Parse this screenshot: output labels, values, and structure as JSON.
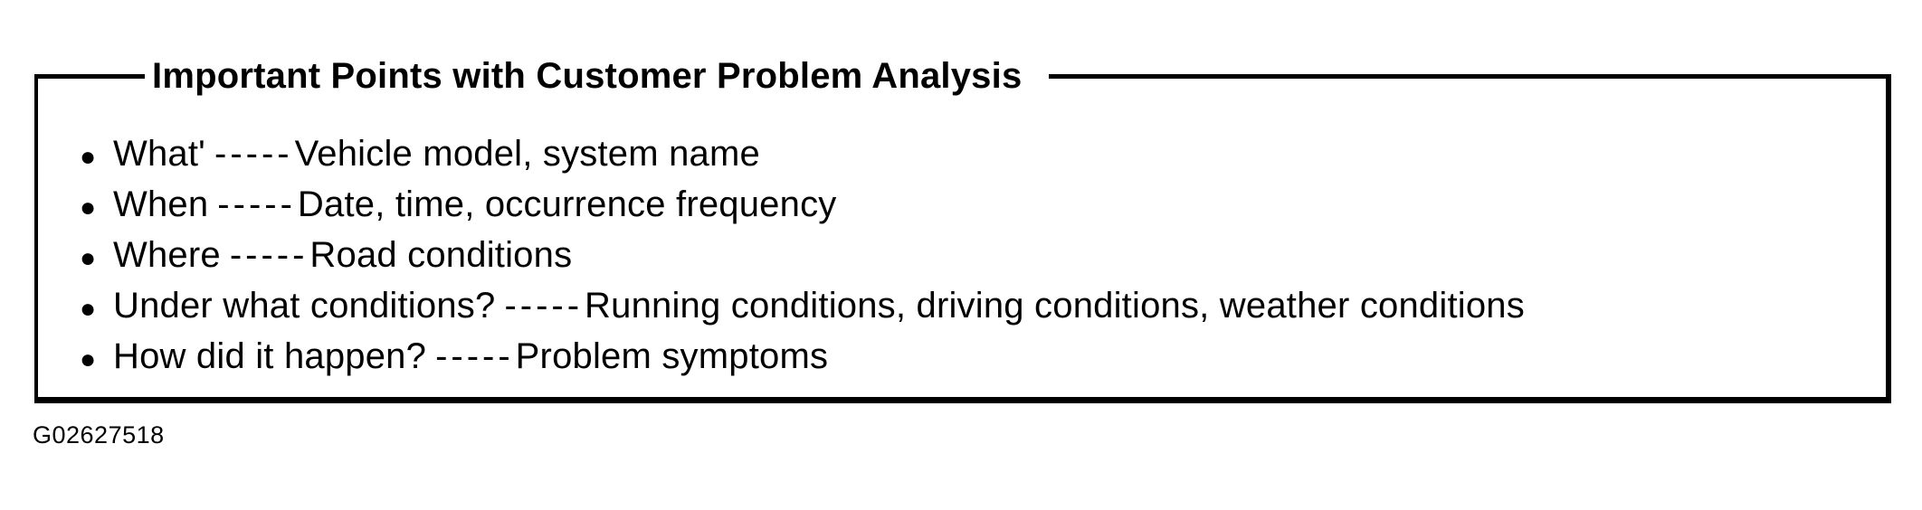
{
  "page": {
    "ink_color": "#000000",
    "paper_color": "#ffffff"
  },
  "panel": {
    "title": "Important Points with Customer Problem Analysis",
    "bullet_glyph": "●",
    "items": [
      {
        "label": "What'",
        "separator": "-----",
        "description": "Vehicle model, system name"
      },
      {
        "label": "When",
        "separator": "-----",
        "description": "Date, time, occurrence frequency"
      },
      {
        "label": "Where",
        "separator": "-----",
        "description": "Road conditions"
      },
      {
        "label": "Under what conditions?",
        "separator": "-----",
        "description": "Running conditions, driving conditions, weather conditions"
      },
      {
        "label": "How did it happen?",
        "separator": "-----",
        "description": "Problem symptoms"
      }
    ]
  },
  "footer": {
    "figure_id": "G02627518"
  }
}
